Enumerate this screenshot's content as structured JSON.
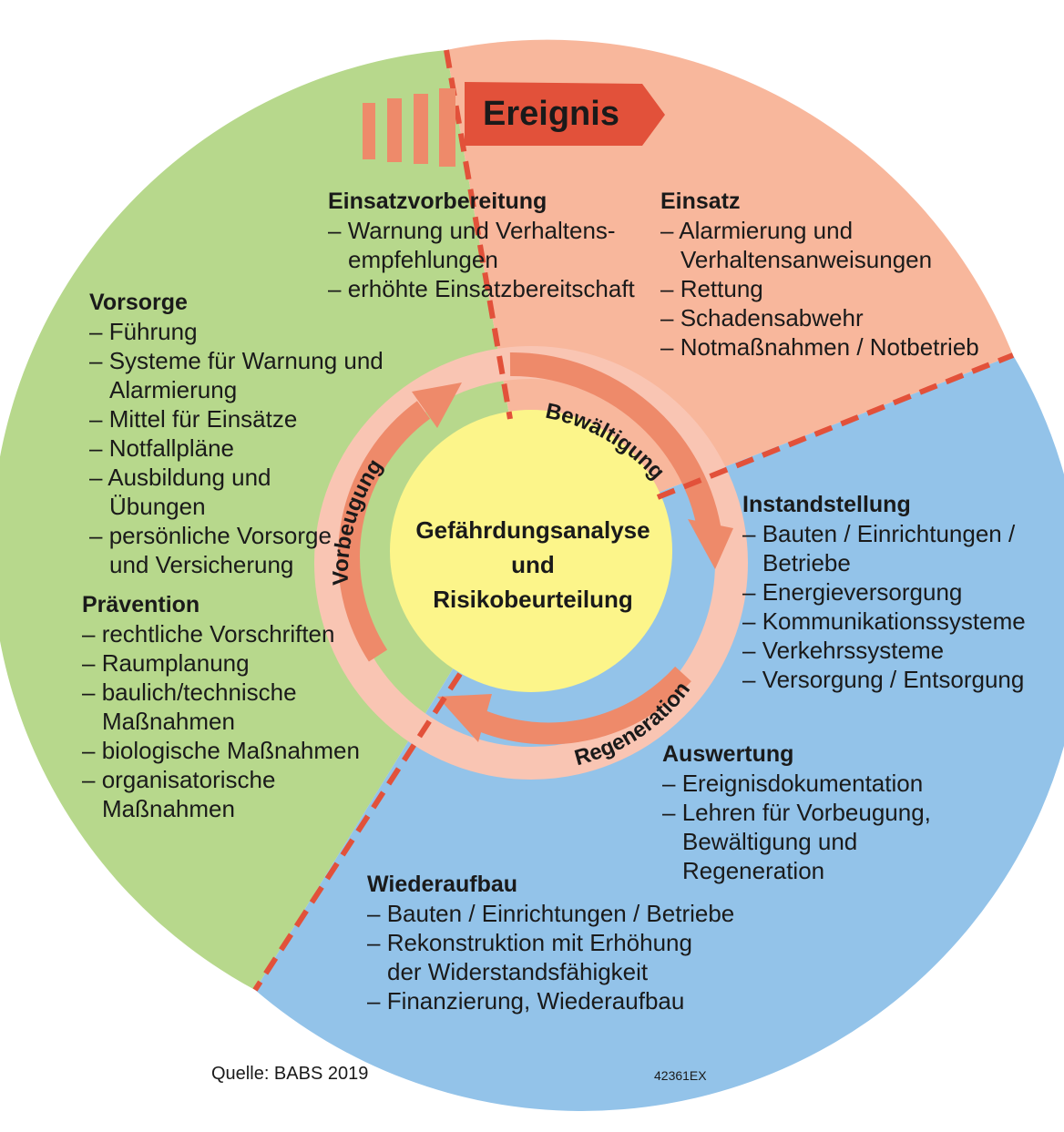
{
  "event": "Ereignis",
  "center": {
    "line1": "Gefährdungsanalyse",
    "line2": "und",
    "line3": "Risikobeurteilung"
  },
  "cycle": {
    "prevention": "Vorbeugung",
    "coping": "Bewältigung",
    "regeneration": "Regeneration"
  },
  "sections": {
    "einsatzvorbereitung": {
      "title": "Einsatzvorbereitung",
      "items": [
        "Warnung und Verhaltens-",
        "empfehlungen",
        "erhöhte Einsatzbereitschaft"
      ]
    },
    "einsatz": {
      "title": "Einsatz",
      "items": [
        "Alarmierung und",
        "Verhaltensanweisungen",
        "Rettung",
        "Schadensabwehr",
        "Notmaßnahmen / Notbetrieb"
      ]
    },
    "vorsorge": {
      "title": "Vorsorge",
      "items": [
        "Führung",
        "Systeme für Warnung und",
        "Alarmierung",
        "Mittel für Einsätze",
        "Notfallpläne",
        "Ausbildung und",
        "Übungen",
        "persönliche Vorsorge",
        "und Versicherung"
      ]
    },
    "praevention": {
      "title": "Prävention",
      "items": [
        "rechtliche Vorschriften",
        "Raumplanung",
        "baulich/technische",
        "Maßnahmen",
        "biologische Maßnahmen",
        "organisatorische",
        "Maßnahmen"
      ]
    },
    "instandstellung": {
      "title": "Instandstellung",
      "items": [
        "Bauten / Einrichtungen /",
        "Betriebe",
        "Energieversorgung",
        "Kommunikationssysteme",
        "Verkehrssysteme",
        "Versorgung / Entsorgung"
      ]
    },
    "auswertung": {
      "title": "Auswertung",
      "items": [
        "Ereignisdokumentation",
        "Lehren für Vorbeugung,",
        "Bewältigung und",
        "Regeneration"
      ]
    },
    "wiederaufbau": {
      "title": "Wiederaufbau",
      "items": [
        "Bauten / Einrichtungen / Betriebe",
        "Rekonstruktion mit Erhöhung",
        "der Widerstandsfähigkeit",
        "Finanzierung, Wiederaufbau"
      ]
    }
  },
  "footer": {
    "source": "Quelle: BABS 2019",
    "code": "42361EX"
  },
  "colors": {
    "green": "#b7d88c",
    "salmon": "#f8b79c",
    "blue": "#93c3e9",
    "yellow": "#fcf58a",
    "red": "#e2513a",
    "arrow": "#ee8a6a",
    "ring": "#f9c5b3"
  }
}
